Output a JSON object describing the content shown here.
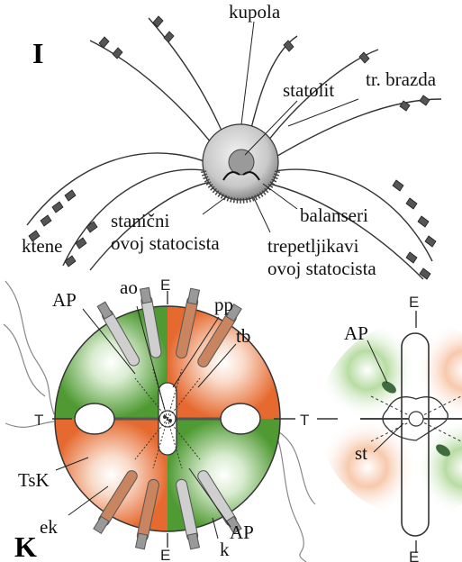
{
  "panel_top": {
    "letter": "I",
    "labels": {
      "kupola": "kupola",
      "statolit": "statolit",
      "tr_brazda": "tr. brazda",
      "balanseri": "balanseri",
      "stanicni_line1": "stanični",
      "stanicni_line2": "ovoj statocista",
      "ktene": "ktene",
      "trepetljikavi_line1": "trepetljikavi",
      "trepetljikavi_line2": "ovoj statocista"
    }
  },
  "panel_bottom": {
    "letter": "K",
    "labels": {
      "AP_top": "AP",
      "ao": "ao",
      "pp": "pp",
      "tb": "tb",
      "TsK": "TsK",
      "ek": "ek",
      "AP_bottom": "AP",
      "k": "k",
      "AP_right": "AP",
      "st": "st"
    },
    "axes": {
      "E_top_left": "E",
      "E_bottom_left": "E",
      "T_left": "T",
      "T_middle": "T",
      "E_top_right": "E",
      "E_bottom_right": "E"
    },
    "colors": {
      "green": "#5a9e3c",
      "orange": "#ea7a45"
    }
  }
}
